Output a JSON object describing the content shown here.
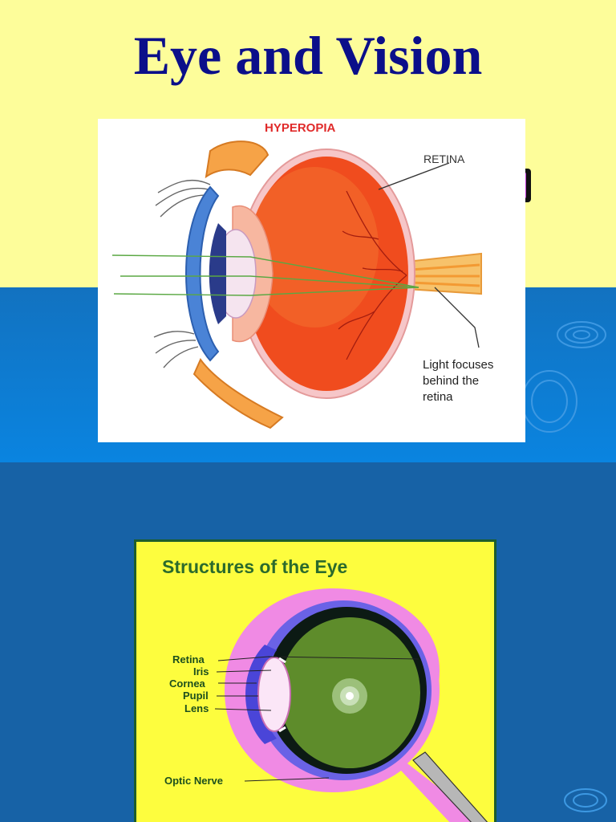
{
  "slide": {
    "title": "Eye and Vision"
  },
  "hyperopia": {
    "heading": "HYPEROPIA",
    "retina_label": "RETINA",
    "focus_note": [
      "Light focuses",
      "behind the",
      "retina"
    ]
  },
  "structures": {
    "title": "Structures of the Eye",
    "labels": [
      "Retina",
      "Iris",
      "Cornea",
      "Pupil",
      "Lens",
      "Optic Nerve"
    ]
  },
  "colors": {
    "title_blue": "#0b0f8a",
    "hyperopia_red": "#e02a2a",
    "structures_green": "#2b6a2c"
  }
}
